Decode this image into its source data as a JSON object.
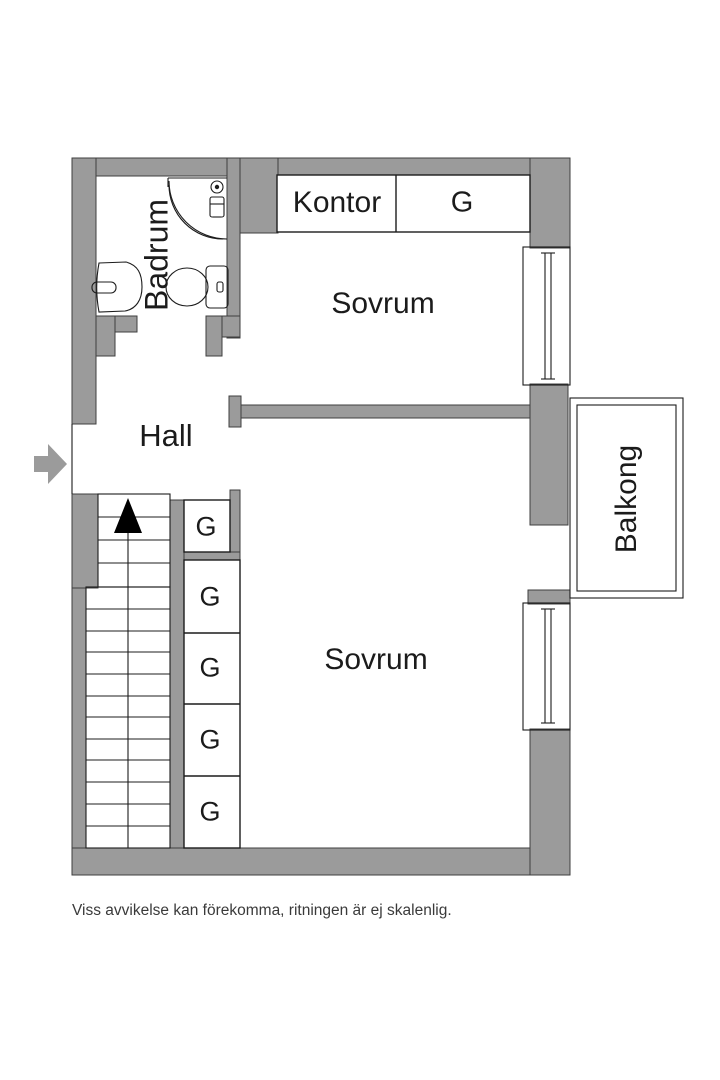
{
  "floor_plan": {
    "rooms": {
      "badrum": "Badrum",
      "kontor": "Kontor",
      "kontor_closet": "G",
      "sovrum_upper": "Sovrum",
      "hall": "Hall",
      "balkong": "Balkong",
      "sovrum_lower": "Sovrum"
    },
    "closets": [
      "G",
      "G",
      "G",
      "G",
      "G"
    ],
    "disclaimer": "Viss avvikelse kan förekomma, ritningen är ej skalenlig.",
    "icons": {
      "entrance": "entrance-arrow",
      "stairs": "stairs-up-arrow",
      "shower": "shower-icon",
      "toilet": "toilet-icon",
      "sink": "sink-icon",
      "windows": "window-symbol",
      "balcony": "balcony-outline"
    },
    "colors": {
      "wall": "#9b9b9b",
      "wall_outline": "#3f3f3f",
      "line": "#1c1c1c",
      "text": "#1b1b1b",
      "disclaimer": "#3a3a3a",
      "background": "#ffffff",
      "stair_arrow": "#000000"
    }
  }
}
